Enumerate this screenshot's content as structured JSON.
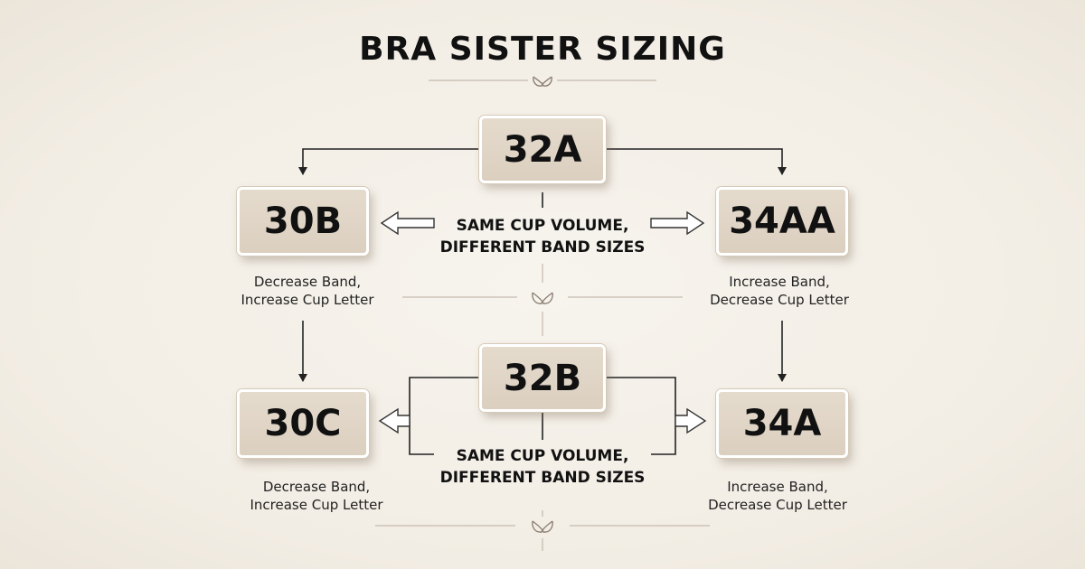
{
  "title": "BRA SISTER SIZING",
  "sizes": {
    "top_center": "32A",
    "top_left": "30B",
    "top_right": "34AA",
    "bottom_center": "32B",
    "bottom_left": "30C",
    "bottom_right": "34A"
  },
  "same_volume": {
    "top_line1": "SAME CUP VOLUME,",
    "top_line2": "DIFFERENT BAND SIZES",
    "bottom_line1": "SAME CUP VOLUME,",
    "bottom_line2": "DIFFERENT BAND SIZES"
  },
  "notes": {
    "decrease_line1": "Decrease Band,",
    "decrease_line2": "Increase Cup Letter",
    "increase_line1": "Increase Band,",
    "increase_line2": "Decrease Cup Letter"
  },
  "icons": [
    "bra-icon"
  ],
  "colors": {
    "background": "#f3efe8",
    "box_fill": "#dfd4c5",
    "box_border": "#ffffff",
    "text": "#111111",
    "line": "#222222",
    "divider": "#b9ada0"
  }
}
